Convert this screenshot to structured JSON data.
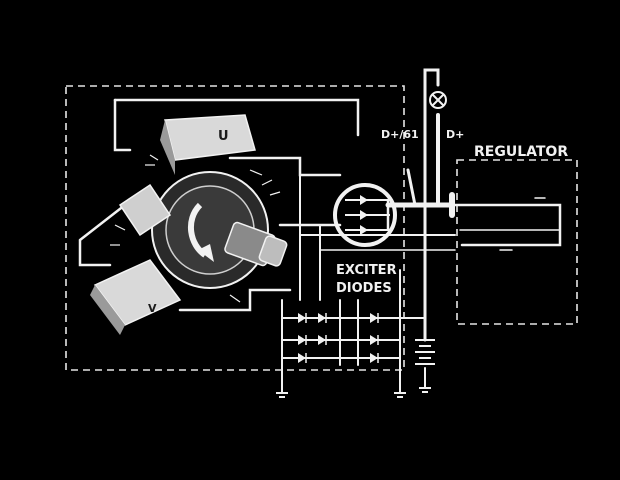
{
  "labels": {
    "regulator": "REGULATOR",
    "exciter_line1": "EXCITER",
    "exciter_line2": "DIODES",
    "terminal_d_plus_61": "D+/61",
    "terminal_d_plus": "D+",
    "coil_u": "U",
    "coil_v": "V"
  },
  "colors": {
    "background": "#000000",
    "line": "#f2f2f2",
    "coil_fill": "#d9d9d9",
    "rotor_fill": "#2a2a2a"
  },
  "icons": {
    "rotation_arrow": "curved-arrow-icon",
    "lamp": "lamp-icon",
    "battery": "battery-icon",
    "ground": "ground-icon"
  }
}
